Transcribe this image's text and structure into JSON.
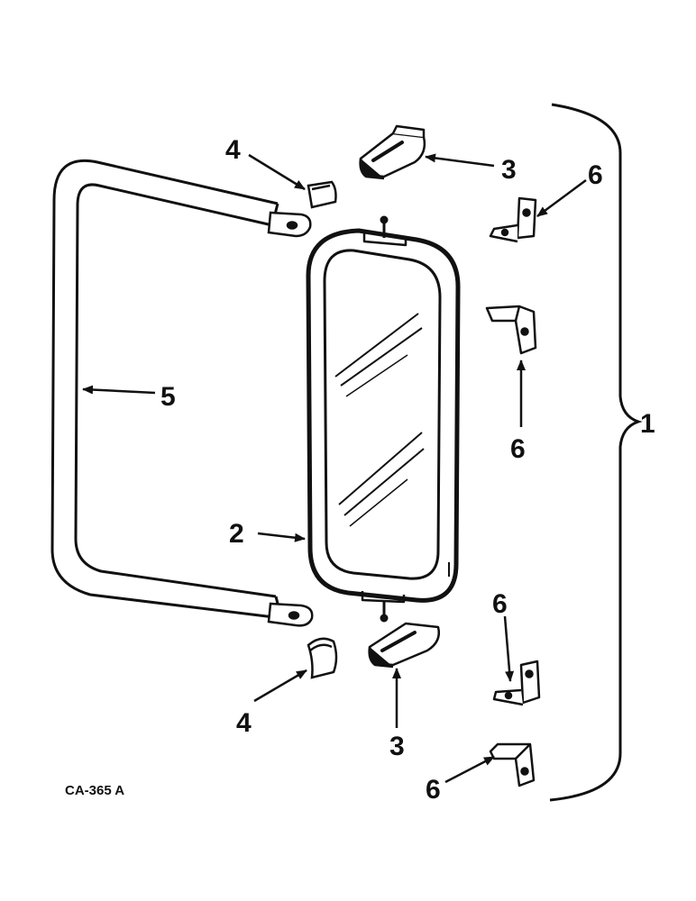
{
  "callouts": {
    "assembly": "1",
    "mirror_head": "2",
    "clamp_top": "3",
    "clamp_bottom": "3",
    "cap_top": "4",
    "cap_bottom": "4",
    "arm": "5",
    "bracket_a": "6",
    "bracket_b": "6",
    "bracket_c": "6",
    "bracket_d": "6"
  },
  "figure_code": "CA-365 A",
  "colors": {
    "ink": "#111111",
    "paper": "#ffffff"
  }
}
